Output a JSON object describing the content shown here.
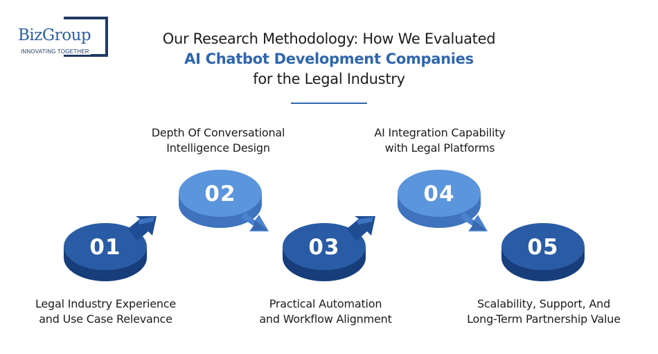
{
  "logo": {
    "wordmark": "BizGroup",
    "tagline": "INNOVATING TOGETHER"
  },
  "title": {
    "line1": "Our Research Methodology: How We Evaluated",
    "line2": "AI Chatbot Development Companies",
    "line3": "for the Legal Industry"
  },
  "steps": [
    {
      "number": "01",
      "label_line1": "Legal Industry Experience",
      "label_line2": "and Use Case Relevance",
      "color": "dark"
    },
    {
      "number": "02",
      "label_line1": "Depth Of Conversational",
      "label_line2": "Intelligence Design",
      "color": "light"
    },
    {
      "number": "03",
      "label_line1": "Practical Automation",
      "label_line2": "and Workflow Alignment",
      "color": "dark"
    },
    {
      "number": "04",
      "label_line1": "AI Integration Capability",
      "label_line2": "with Legal Platforms",
      "color": "light"
    },
    {
      "number": "05",
      "label_line1": "Scalability, Support, And",
      "label_line2": "Long-Term Partnership Value",
      "color": "dark"
    }
  ],
  "colors": {
    "accent": "#2f66ad",
    "dark_disc_top": "#2a5ca5",
    "dark_disc_side": "#173d7a",
    "light_disc_top": "#5b95dc",
    "light_disc_side": "#3f73bd",
    "logo_navy": "#1e3a64"
  }
}
